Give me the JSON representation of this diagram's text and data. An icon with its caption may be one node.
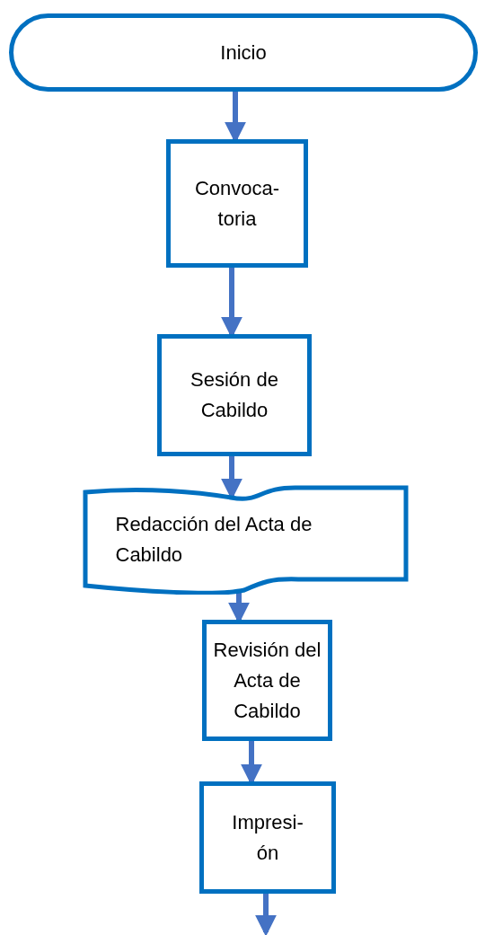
{
  "diagram": {
    "nodes": [
      {
        "text": [
          "Inicio"
        ]
      },
      {
        "text": [
          "Convoca- toria"
        ]
      },
      {
        "text": [
          "Sesión de Cabildo"
        ]
      },
      {
        "text": [
          "Redacción del Acta de Cabildo"
        ]
      },
      {
        "text": [
          "Revisión del Acta de Cabildo"
        ]
      },
      {
        "text": [
          "Impresi- ón"
        ]
      }
    ],
    "edges": [
      {
        "from": 0,
        "to": 1,
        "arrow": "to"
      },
      {
        "from": 1,
        "to": 2,
        "arrow": "to"
      },
      {
        "from": 2,
        "to": 3,
        "arrow": "to"
      },
      {
        "from": 3,
        "to": 4,
        "arrow": "to"
      },
      {
        "from": 4,
        "to": 5,
        "arrow": "to"
      },
      {
        "from": 5,
        "to": null,
        "arrow": "to"
      }
    ]
  }
}
